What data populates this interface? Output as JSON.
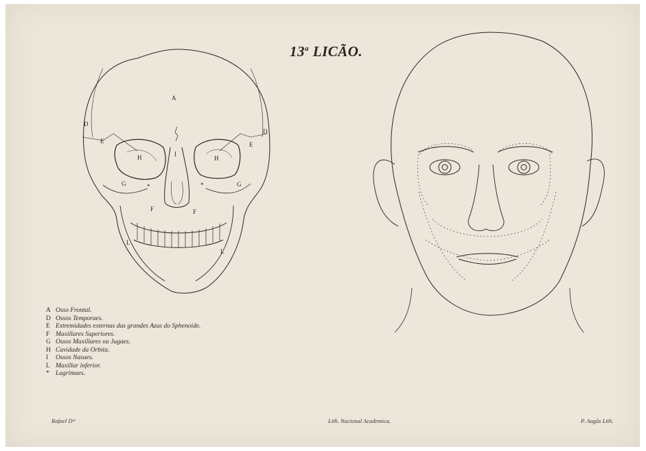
{
  "title": {
    "main": "13",
    "sup": "a",
    "rest": " LICÃO."
  },
  "skull_labels": {
    "A": "A",
    "D": "D",
    "E": "E",
    "H": "H",
    "I": "I",
    "G": "G",
    "F": "F",
    "L": "L",
    "star": "*"
  },
  "legend": [
    {
      "key": "A",
      "text": "Osso Frontal."
    },
    {
      "key": "D",
      "text": "Ossos Temporaes."
    },
    {
      "key": "E",
      "text": "Extremidades externas das grandes Azas do Sphenoide."
    },
    {
      "key": "F",
      "text": "Maxillares Superiores."
    },
    {
      "key": "G",
      "text": "Ossos Maxillares ou Jugaes."
    },
    {
      "key": "H",
      "text": "Cavidade da Orbita."
    },
    {
      "key": "I",
      "text": "Ossos Nasaes."
    },
    {
      "key": "L",
      "text": "Maxillar inferior."
    },
    {
      "key": "*",
      "text": "Lagrimaes."
    }
  ],
  "credits": {
    "left": "Rafael Dᵉˢ",
    "center": "Lith. Nacional Academica.",
    "right": "P. Augûs Lith."
  },
  "colors": {
    "paper": "#ece7da",
    "ink": "#2a2520"
  }
}
